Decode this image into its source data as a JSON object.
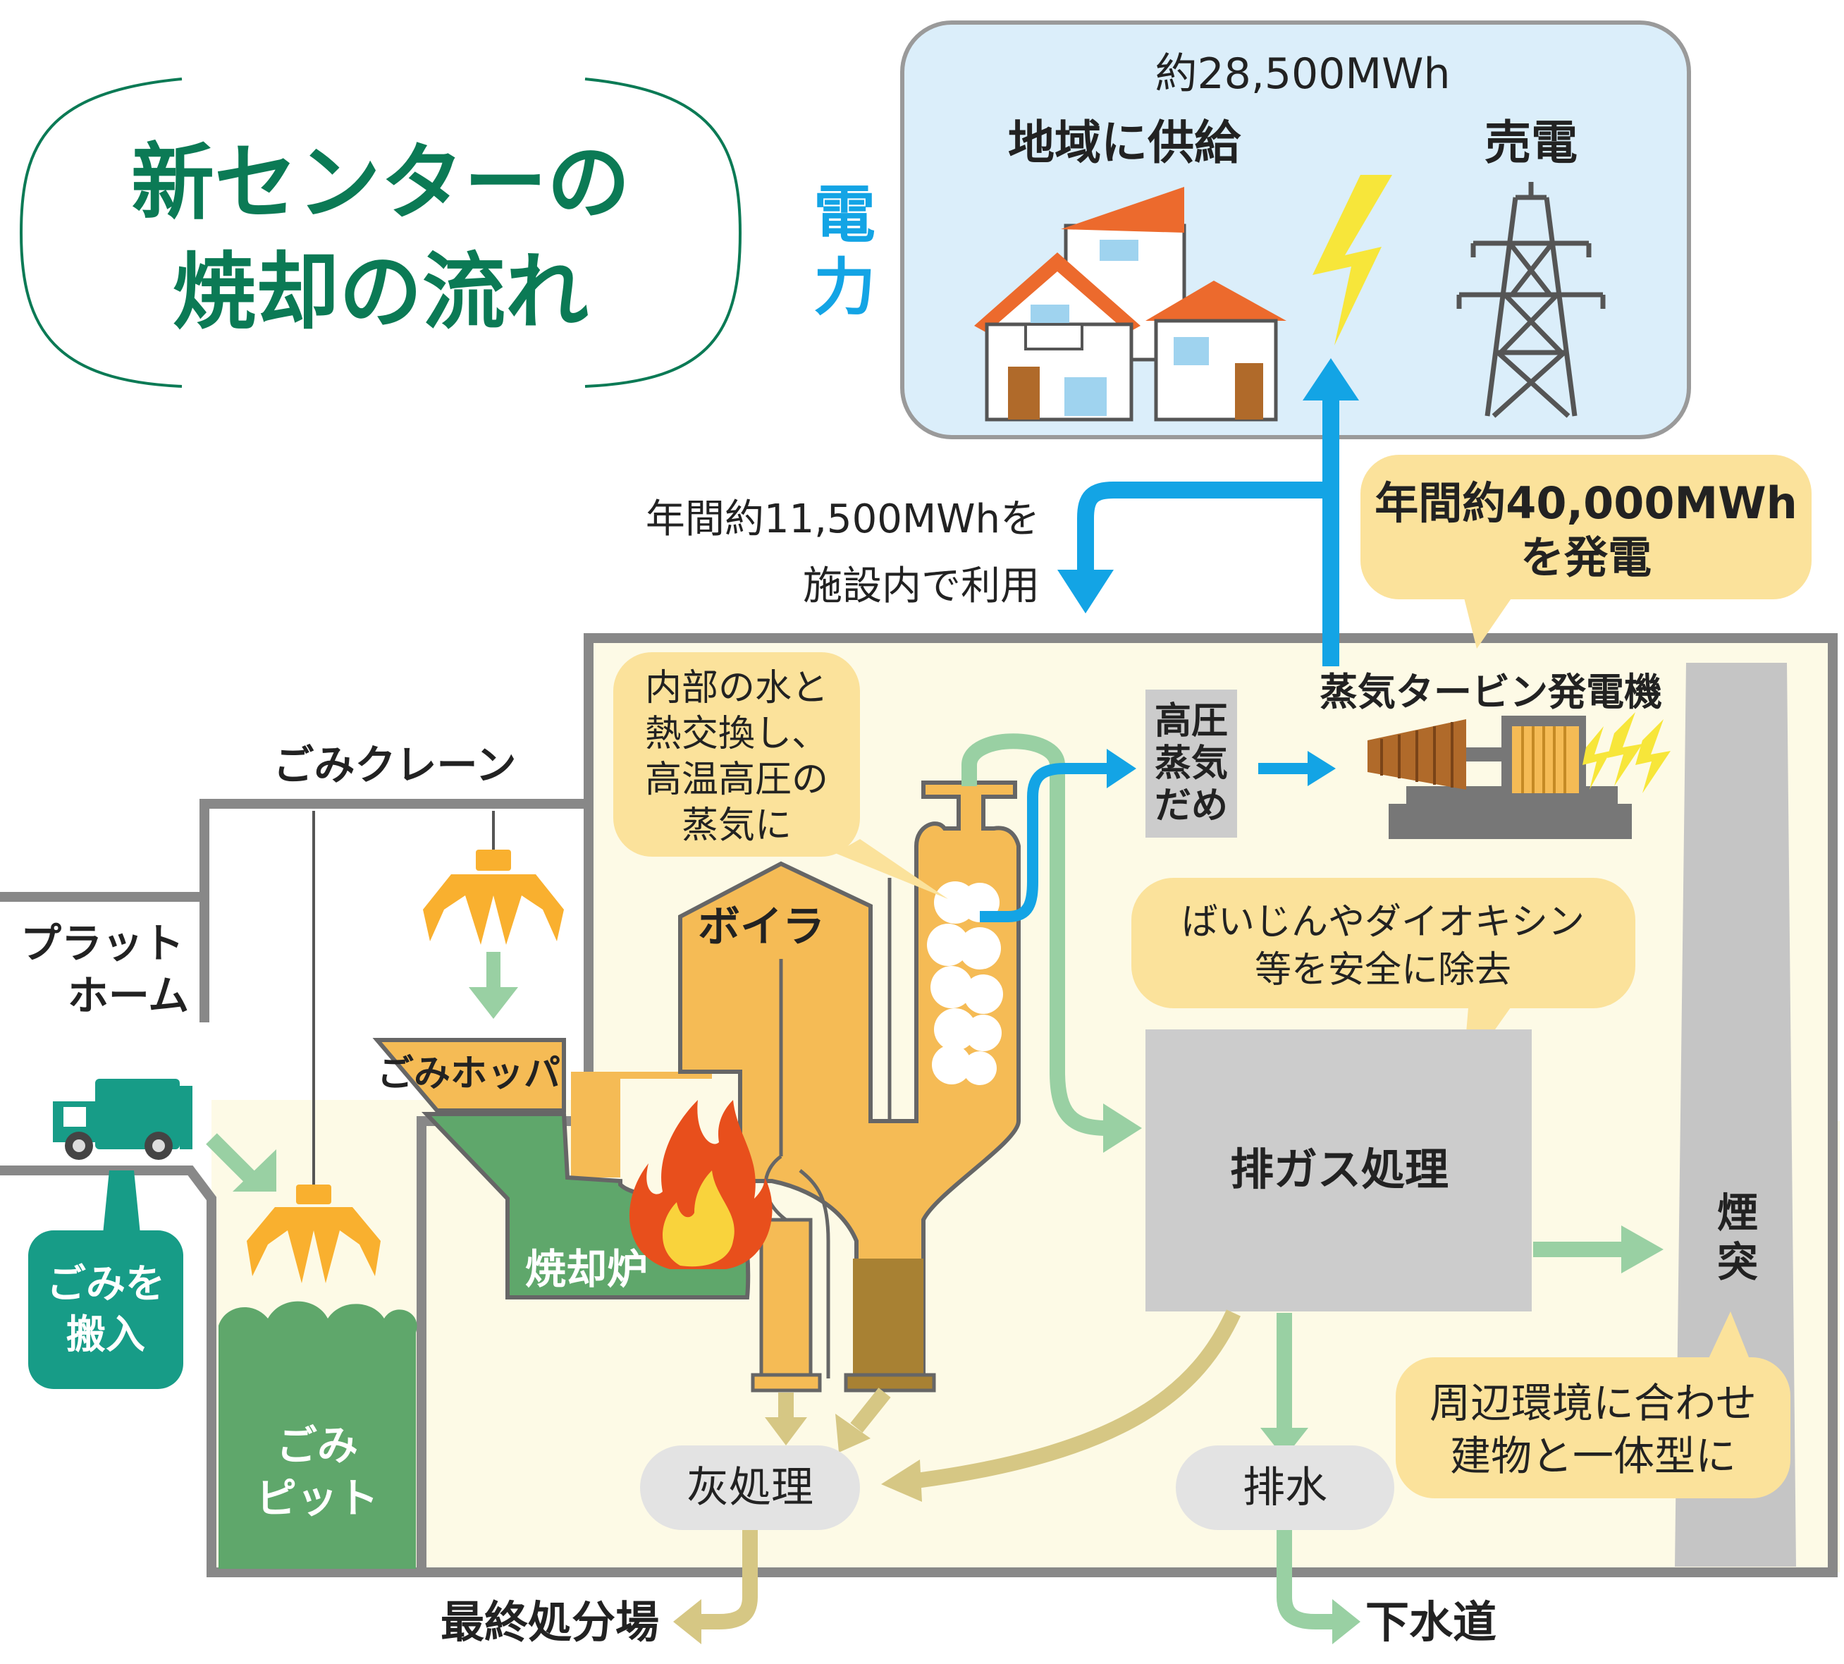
{
  "title": {
    "line1": "新センターの",
    "line2": "焼却の流れ"
  },
  "power": {
    "label_char1": "電",
    "label_char2": "力",
    "supply_amount": "約28,500MWh",
    "supply_local": "地域に供給",
    "supply_sell": "売電",
    "internal_use_line1": "年間約11,500MWhを",
    "internal_use_line2": "施設内で利用",
    "generation_line1": "年間約40,000MWh",
    "generation_line2": "を発電"
  },
  "facility": {
    "platform_line1": "プラット",
    "platform_line2": "ホーム",
    "crane": "ごみクレーン",
    "hopper": "ごみホッパ",
    "incinerator": "焼却炉",
    "boiler": "ボイラ",
    "pit_line1": "ごみ",
    "pit_line2": "ピット",
    "truck_in_line1": "ごみを",
    "truck_in_line2": "搬入",
    "steam_drum": [
      "高圧",
      "蒸気",
      "だめ"
    ],
    "turbine": "蒸気タービン発電機",
    "gas_treatment": "排ガス処理",
    "chimney": [
      "煙",
      "突"
    ],
    "ash": "灰処理",
    "drain": "排水",
    "landfill": "最終処分場",
    "sewer": "下水道"
  },
  "callouts": {
    "boiler_note": [
      "内部の水と",
      "熱交換し、",
      "高温高圧の",
      "蒸気に"
    ],
    "gas_note": [
      "ばいじんやダイオキシン",
      "等を安全に除去"
    ],
    "chimney_note": [
      "周辺環境に合わせ",
      "建物と一体型に"
    ]
  },
  "colors": {
    "title_green": "#0b7a55",
    "electric_blue": "#13a4e5",
    "building_bg": "#fdfae6",
    "wall_gray": "#888888",
    "boiler_orange": "#f5bb55",
    "waste_green": "#5fa76b",
    "flow_green": "#99d0a3",
    "flow_tan": "#d6c784",
    "callout_yellow": "#fbe29b",
    "teal": "#179c87",
    "crane_yellow": "#f9b02f",
    "roof_orange": "#ec6a2d",
    "sky_box": "#dbeefa"
  }
}
